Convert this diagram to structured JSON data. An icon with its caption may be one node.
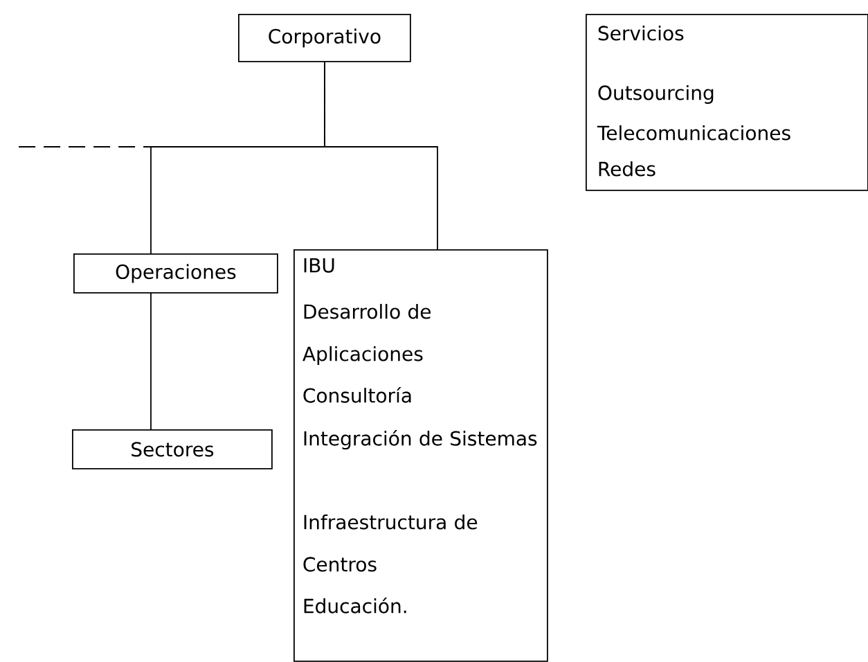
{
  "diagram": {
    "nodes": [
      {
        "text": [
          "Corporativo"
        ]
      },
      {
        "text": [
          "Operaciones"
        ]
      },
      {
        "text": [
          "IBU",
          "Desarrollo de Aplicaciones",
          "Consultoría",
          "Integración de Sistemas",
          "Infraestructura de Centros",
          "Educación."
        ]
      },
      {
        "text": [
          "Sectores"
        ]
      },
      {
        "text": [
          "Servicios",
          "Outsourcing",
          "Telecomunicaciones",
          "Redes"
        ]
      }
    ],
    "edges": [
      {
        "from": 0,
        "to": null,
        "arrow": "none",
        "style": "dashed"
      },
      {
        "from": 0,
        "to": 1,
        "arrow": "none"
      },
      {
        "from": 0,
        "to": 2,
        "arrow": "none"
      },
      {
        "from": 1,
        "to": 3,
        "arrow": "none"
      }
    ]
  }
}
